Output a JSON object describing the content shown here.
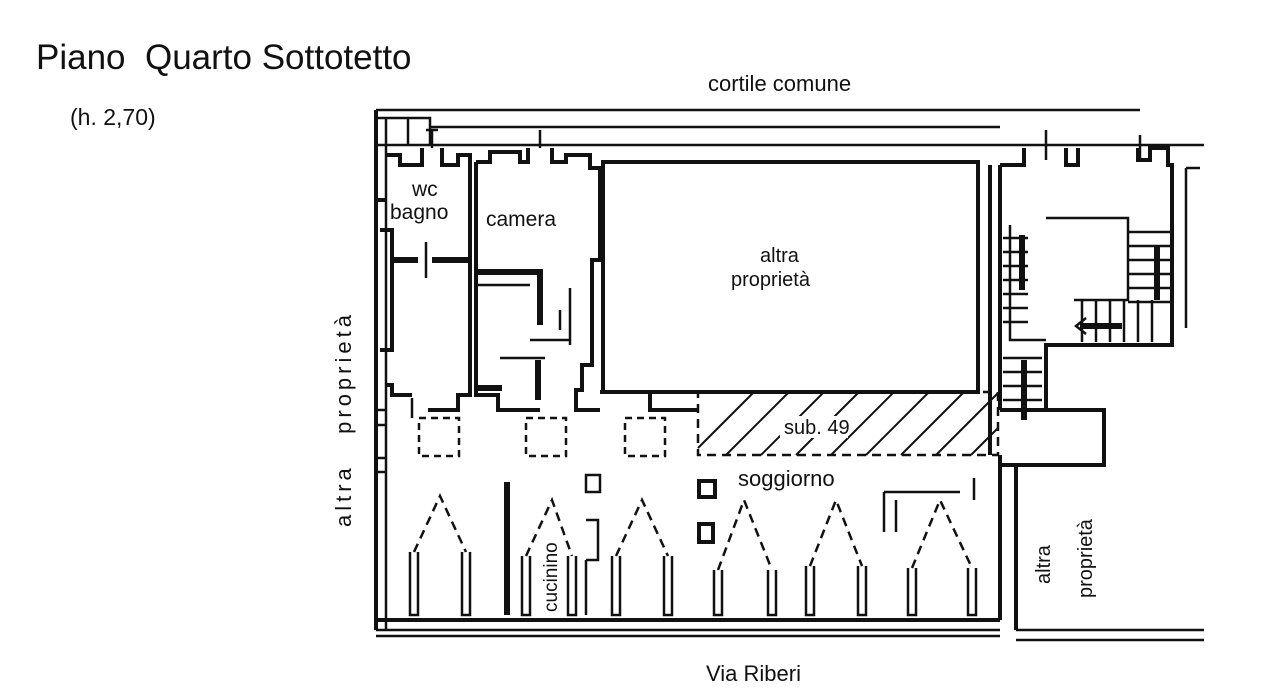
{
  "title": "Piano  Quarto Sottotetto",
  "height_note": "(h. 2,70)",
  "labels": {
    "top_street": "cortile comune",
    "bottom_street": "Via Riberi",
    "left_side": "altra   proprietà",
    "right_side_line1": "altra",
    "right_side_line2": "proprietà",
    "center_block_line1": "altra",
    "center_block_line2": "proprietà",
    "wc_line1": "wc",
    "wc_line2": "bagno",
    "camera": "camera",
    "sub": "sub. 49",
    "soggiorno": "soggiorno",
    "cucinino": "cucinino"
  }
}
